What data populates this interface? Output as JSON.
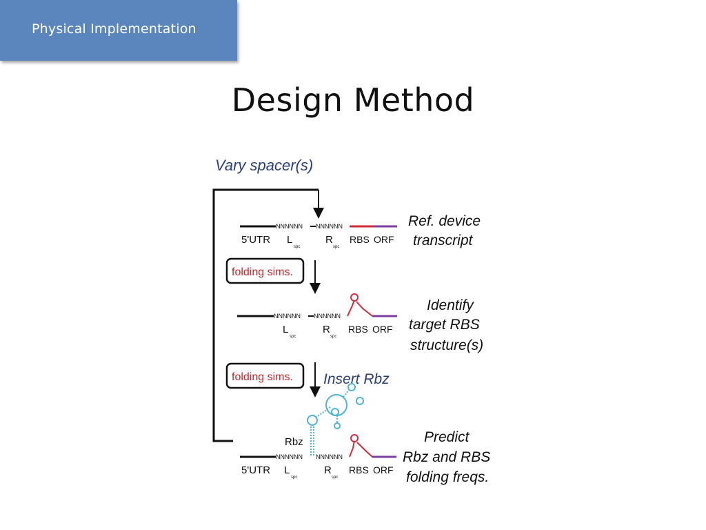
{
  "header": {
    "section": "Physical Implementation"
  },
  "slide": {
    "title": "Design Method"
  },
  "diagram": {
    "top_label": "Vary spacer(s)",
    "sim_box_1": "folding sims.",
    "sim_box_2": "folding sims.",
    "insert_label": "Insert Rbz",
    "seq": "NNNNNN",
    "row1": {
      "utr": "5'UTR",
      "l": "L",
      "r": "R",
      "sub": "spc",
      "rbs": "RBS",
      "orf": "ORF",
      "caption": [
        "Ref. device",
        "transcript"
      ]
    },
    "row2": {
      "l": "L",
      "r": "R",
      "sub": "spc",
      "rbs": "RBS",
      "orf": "ORF",
      "caption": [
        "Identify",
        "target RBS",
        "structure(s)"
      ]
    },
    "row3": {
      "rbz": "Rbz",
      "utr": "5'UTR",
      "l": "L",
      "r": "R",
      "sub": "spc",
      "rbs": "RBS",
      "orf": "ORF",
      "caption": [
        "Predict",
        "Rbz and RBS",
        "folding freqs."
      ]
    },
    "colors": {
      "rbs": "#d42a3a",
      "orf": "#7c3fa0",
      "rbz": "#4fb3d9",
      "label_blue": "#2a3f7a",
      "box_red": "#c0272d"
    }
  }
}
